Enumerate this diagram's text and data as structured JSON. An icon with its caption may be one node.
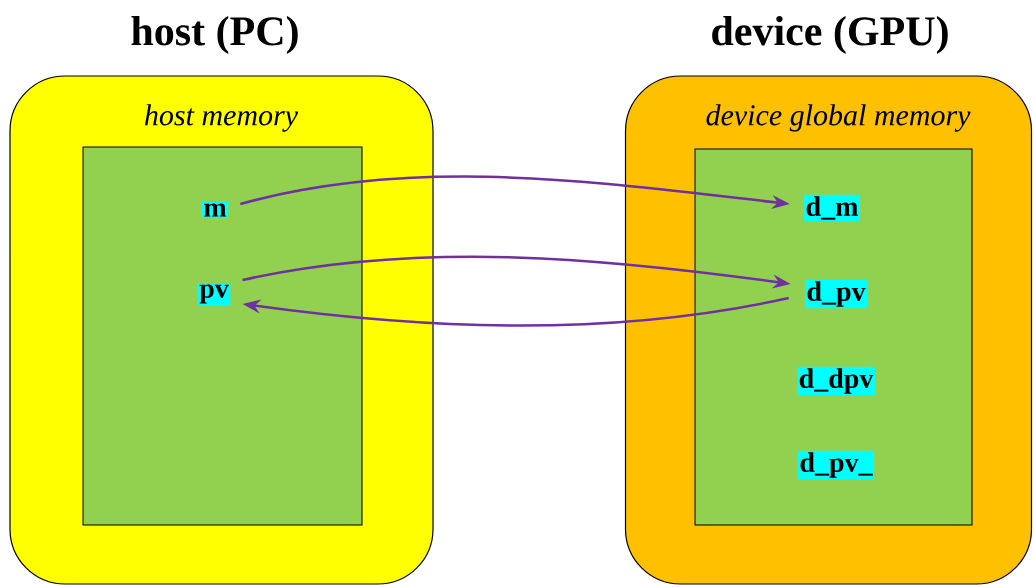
{
  "diagram": {
    "nodes": [
      {
        "text": [
          "host (PC)",
          "host memory"
        ]
      },
      {
        "text": [],
        "shape": "box",
        "in": 0
      },
      {
        "text": [
          "m"
        ],
        "in": 1
      },
      {
        "text": [
          "pv"
        ],
        "in": 1
      },
      {
        "text": [
          "device (GPU)",
          "device global memory"
        ]
      },
      {
        "text": [],
        "shape": "box",
        "in": 4
      },
      {
        "text": [
          "d_m"
        ],
        "in": 5
      },
      {
        "text": [
          "d_pv"
        ],
        "in": 5
      },
      {
        "text": [
          "d_dpv"
        ],
        "in": 5
      },
      {
        "text": [
          "d_pv_"
        ],
        "in": 5
      }
    ],
    "edges": [
      {
        "from": 2,
        "to": 6,
        "arrow": "to"
      },
      {
        "from": 3,
        "to": 7,
        "arrow": "to"
      },
      {
        "from": 7,
        "to": 3,
        "arrow": "to"
      }
    ]
  }
}
